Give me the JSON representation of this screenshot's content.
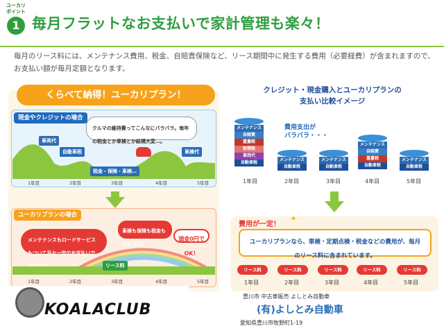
{
  "header": {
    "badge_label": "ユーカリ\nポイント",
    "badge_number": "1",
    "title": "毎月フラットなお支払いで家計管理も楽々！"
  },
  "intro": "毎月のリース料には、メンテナンス費用、税金、自賠責保険など、リース期間中に発生する費用（必要経費）が含まれますので、お支払い額が毎月定額となります。",
  "left": {
    "banner": "くらべて納得！ユーカリプラン！",
    "section1": {
      "label": "現金やクレジットの場合",
      "bubble": "クルマの維持費ってこんなにバラバラ。毎年の税金とか車検とか結構大変…。",
      "tags": [
        "車両代",
        "自動車税",
        "税金・保険・車検…",
        "車検代"
      ],
      "years": [
        "1年目",
        "2年目",
        "3年目",
        "4年目",
        "5年目"
      ]
    },
    "section2": {
      "label": "ユーカリプランの場合",
      "bubble1": "メンテナンスもロードサービスもついて月々一定のお支払いでラクラク！",
      "bubble2": "車検も保険も税金もコミコミ！",
      "bubble3": "頭金0円でOK！",
      "lease_label": "リース料",
      "years": [
        "1年目",
        "2年目",
        "3年目",
        "4年目",
        "5年目"
      ]
    }
  },
  "right": {
    "title_line1": "クレジット・現金購入とユーカリプランの",
    "title_line2": "支払い比較イメージ",
    "caption1": "費用支出が\nバラバラ・・・",
    "stack1": [
      "メンテナンス",
      "自賠責",
      "重量税",
      "取得税",
      "車両代"
    ],
    "can_label": "メンテナンス",
    "can_sub": "自動車税",
    "years": [
      "1年目",
      "2年目",
      "3年目",
      "4年目",
      "5年目"
    ],
    "caption2": "費用が一定！",
    "box_text": "ユーカリプランなら、車検・定期点検・税金などの費用が、毎月のリース料に含まれています。",
    "lease_pill": "リース料",
    "years2": [
      "1年目",
      "2年目",
      "3年目",
      "4年目",
      "5年目"
    ]
  },
  "footer": {
    "logo_text": "KOALACLUB",
    "shop_small": "豊川市 中古車販売 よしとみ自動車",
    "shop_name": "(有)よしとみ自動車",
    "address": "愛知県豊川市牧野町1-19"
  },
  "colors": {
    "green": "#2e9e3e",
    "orange": "#f7a21b",
    "blue": "#2a6db5",
    "red": "#e53935",
    "lime": "#8cc63f"
  }
}
